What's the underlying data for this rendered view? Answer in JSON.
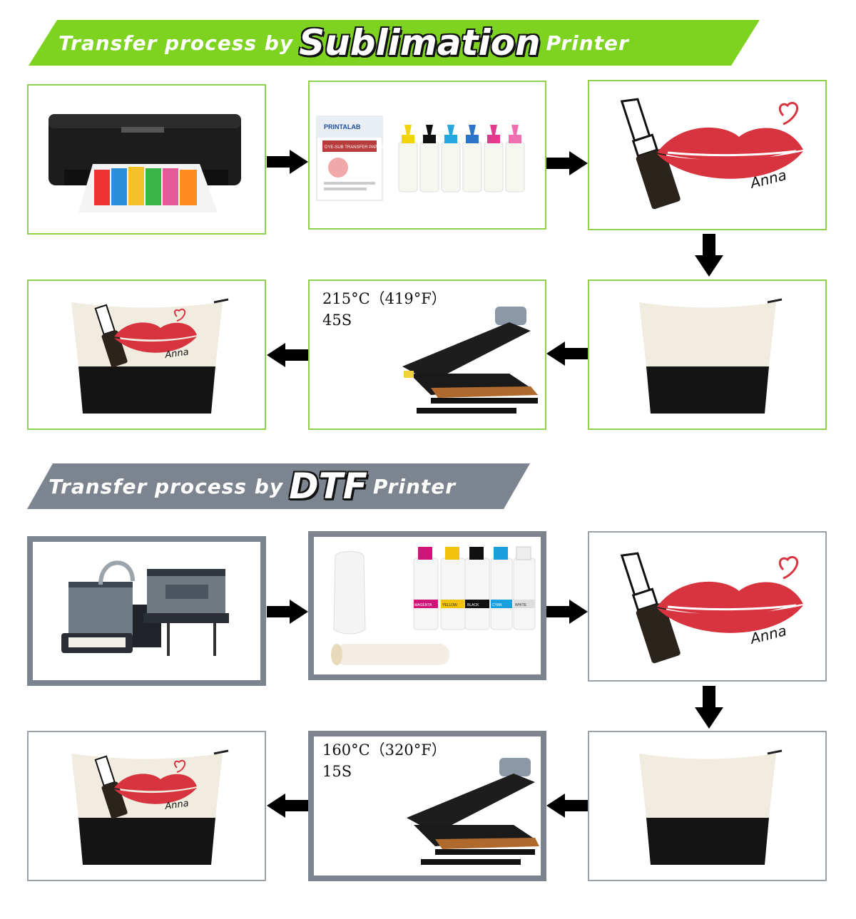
{
  "sections": [
    {
      "banner": {
        "prefix": "Transfer process by",
        "emphasis": "Sublimation",
        "suffix": "Printer",
        "color": "#7ed321"
      },
      "steps": [
        {
          "name": "sublimation-printer",
          "caption": ""
        },
        {
          "name": "transfer-paper-and-inks",
          "caption": ""
        },
        {
          "name": "printed-design"
        },
        {
          "name": "blank-cosmetic-bag"
        },
        {
          "name": "heat-press",
          "temp_line": "215°C（419°F）",
          "time_line": "45S"
        },
        {
          "name": "finished-bag"
        }
      ]
    },
    {
      "banner": {
        "prefix": "Transfer process by",
        "emphasis": "DTF",
        "suffix": "Printer",
        "color": "#7c858f"
      },
      "steps": [
        {
          "name": "dtf-printer"
        },
        {
          "name": "powder-inks-film"
        },
        {
          "name": "printed-design"
        },
        {
          "name": "blank-cosmetic-bag"
        },
        {
          "name": "heat-press",
          "temp_line": "160°C（320°F）",
          "time_line": "15S"
        },
        {
          "name": "finished-bag"
        }
      ]
    }
  ],
  "design_text": "Anna",
  "ink_labels": [
    "MAGENTA",
    "YELLOW",
    "BLACK",
    "CYAN",
    "WHITE"
  ],
  "paper_label": "DYE-SUB TRANSFER PAPER",
  "paper_brand": "PRINTALAB",
  "colors": {
    "accent_green": "#7ed321",
    "accent_gray": "#7c858f",
    "lips": "#d8343f"
  }
}
